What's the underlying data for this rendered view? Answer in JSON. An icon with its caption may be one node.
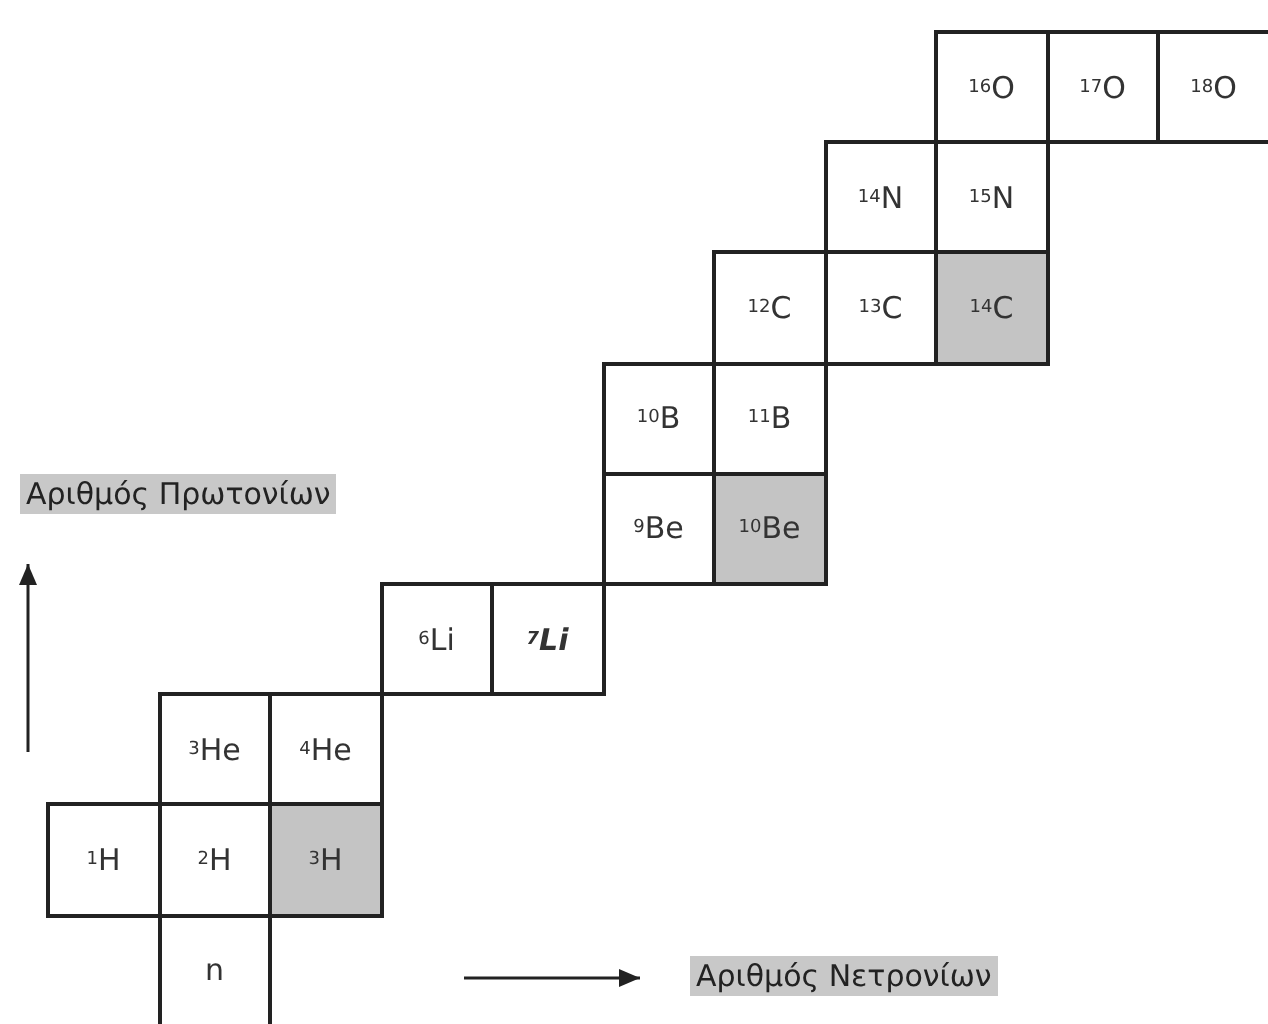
{
  "diagram": {
    "nodes": [
      {
        "text": [
          "$^{16}$O"
        ]
      },
      {
        "text": [
          "$^{17}$O"
        ]
      },
      {
        "text": [
          "$^{18}$O"
        ]
      },
      {
        "text": [
          "$^{14}$N"
        ]
      },
      {
        "text": [
          "$^{15}$N"
        ]
      },
      {
        "text": [
          "$^{12}$C"
        ]
      },
      {
        "text": [
          "$^{13}$C"
        ]
      },
      {
        "text": [
          "$^{14}$C"
        ]
      },
      {
        "text": [
          "$^{10}$B"
        ]
      },
      {
        "text": [
          "$^{11}$B"
        ]
      },
      {
        "text": [
          "$^{9}$Be"
        ]
      },
      {
        "text": [
          "$^{10}$Be"
        ]
      },
      {
        "text": [
          "$^{6}$Li"
        ]
      },
      {
        "text": [
          "$^{7}$Li"
        ]
      },
      {
        "text": [
          "$^{3}$He"
        ]
      },
      {
        "text": [
          "$^{4}$He"
        ]
      },
      {
        "text": [
          "$^{1}$H"
        ]
      },
      {
        "text": [
          "$^{2}$H"
        ]
      },
      {
        "text": [
          "$^{3}$H"
        ]
      },
      {
        "text": [
          "n"
        ]
      }
    ],
    "labels": [
      "Αριθμός Πρωτονίων",
      "Αριθμός Νετρονίων"
    ]
  }
}
